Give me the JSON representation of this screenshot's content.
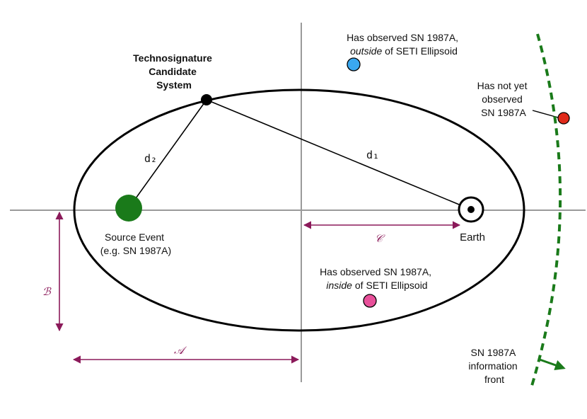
{
  "colors": {
    "axis": "#9a9a9a",
    "ellipse": "#000000",
    "dimension": "#8b1a5a",
    "front": "#1a7a1a",
    "source": "#1a7a1a",
    "outside_dot": "#3aa8f0",
    "inside_dot": "#e8509a",
    "not_observed_dot": "#e02a1a"
  },
  "labels": {
    "technosignature": [
      "Technosignature",
      "Candidate",
      "System"
    ],
    "d1": "d₁",
    "d2": "d₂",
    "source_event": [
      "Source Event",
      "(e.g. SN 1987A)"
    ],
    "earth": "Earth",
    "outside": {
      "line1": "Has observed SN 1987A,",
      "line2_italic": "outside",
      "line2_rest": " of SETI Ellipsoid"
    },
    "inside": {
      "line1": "Has observed SN 1987A,",
      "line2_italic": "inside",
      "line2_rest": " of SETI Ellipsoid"
    },
    "not_observed": [
      "Has not yet",
      "observed",
      "SN 1987A"
    ],
    "front": [
      "SN 1987A",
      "information",
      "front"
    ],
    "A": "𝒜",
    "B": "ℬ",
    "C": "𝒞"
  }
}
